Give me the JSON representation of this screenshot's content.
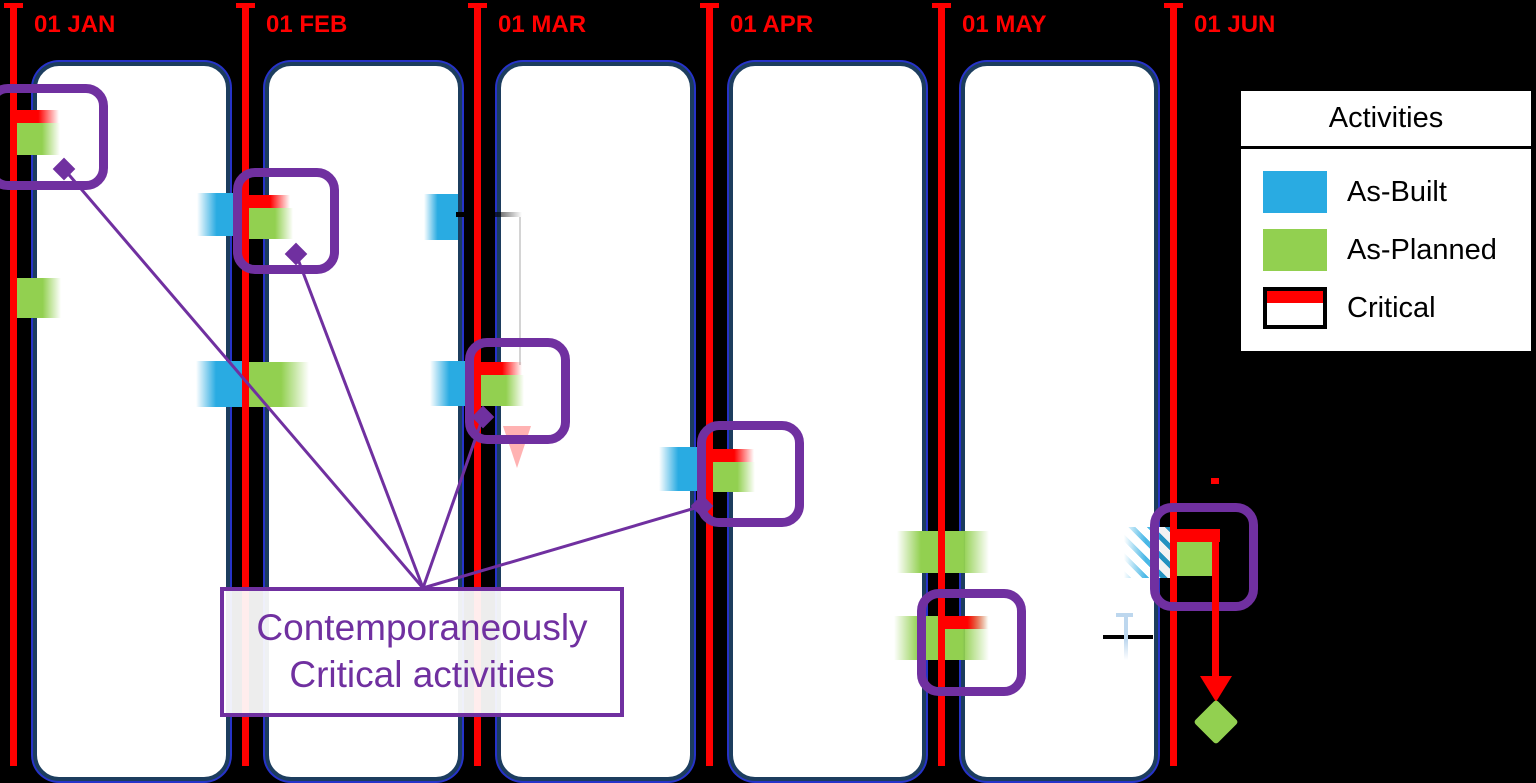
{
  "months": [
    {
      "label": "01 JAN"
    },
    {
      "label": "01 FEB"
    },
    {
      "label": "01 MAR"
    },
    {
      "label": "01 APR"
    },
    {
      "label": "01 MAY"
    },
    {
      "label": "01 JUN"
    }
  ],
  "annotation": {
    "line1": "Contemporaneously",
    "line2": "Critical activities"
  },
  "legend": {
    "title": "Activities",
    "items": [
      {
        "name": "as-built",
        "label": "As-Built",
        "color": "#29ABE2"
      },
      {
        "name": "as-planned",
        "label": "As-Planned",
        "color": "#92D050"
      },
      {
        "name": "critical",
        "label": "Critical",
        "color": "#FF0000"
      }
    ]
  },
  "palette": {
    "red": "#FF0000",
    "blue": "#29ABE2",
    "green": "#92D050",
    "purple": "#7030A0",
    "panel_border": "#1C3D5E",
    "panel_glow": "#2633C9",
    "pale_blue": "#BDD7EE",
    "link_gray": "#C9C9C9",
    "background": "#000000"
  },
  "diagram": {
    "type": "gantt-concept-slide",
    "description": "Monthly schedule windows showing contemporaneously critical activities",
    "highlighted_critical_activities": [
      {
        "month": "01 JAN",
        "has_as_built": false
      },
      {
        "month": "01 FEB",
        "has_as_built": true
      },
      {
        "month": "01 MAR",
        "has_as_built": true
      },
      {
        "month": "01 APR",
        "has_as_built": true
      },
      {
        "month": "01 MAY",
        "has_as_built": false
      },
      {
        "month": "01 JUN",
        "has_as_built": true,
        "note": "hatched as-built, red arrow to green milestone diamond"
      }
    ]
  }
}
